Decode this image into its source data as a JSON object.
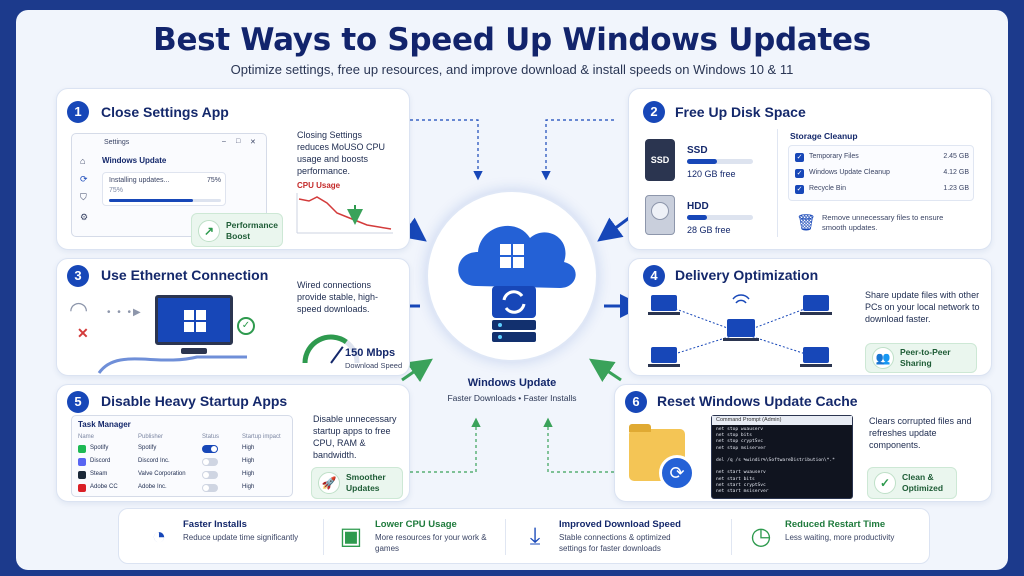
{
  "header": {
    "title": "Best Ways to Speed Up Windows Updates",
    "subtitle": "Optimize settings, free up resources, and improve download & install speeds on Windows 10 & 11"
  },
  "card1": {
    "number": "1",
    "title": "Close Settings App",
    "window_title": "Settings",
    "window_controls": [
      "–",
      "□",
      "✕"
    ],
    "pane_title": "Windows Update",
    "install_label": "Installing updates...",
    "install_percent": "75%",
    "install_sub": "75%",
    "install_progress": 0.75,
    "description": "Closing Settings reduces MoUSO CPU usage and boosts performance.",
    "cpu_label": "CPU Usage",
    "badge": "Performance Boost"
  },
  "card2": {
    "number": "2",
    "title": "Free Up Disk Space",
    "ssd_icon_text": "SSD",
    "ssd_label": "SSD",
    "ssd_free": "120 GB free",
    "ssd_fill": 0.45,
    "hdd_label": "HDD",
    "hdd_free": "28 GB free",
    "hdd_fill": 0.3,
    "cleanup_title": "Storage Cleanup",
    "cleanup_items": [
      {
        "name": "Temporary Files",
        "size": "2.45 GB"
      },
      {
        "name": "Windows Update Cleanup",
        "size": "4.12 GB"
      },
      {
        "name": "Recycle Bin",
        "size": "1.23 GB"
      }
    ],
    "note": "Remove unnecessary files to ensure smooth updates."
  },
  "card3": {
    "number": "3",
    "title": "Use Ethernet Connection",
    "description": "Wired connections provide stable, high-speed downloads.",
    "speed": "150 Mbps",
    "speed_label": "Download Speed",
    "speed_level": 0.7
  },
  "card4": {
    "number": "4",
    "title": "Delivery Optimization",
    "description": "Share update files with other PCs on your local network to download faster.",
    "badge": "Peer-to-Peer Sharing"
  },
  "card5": {
    "number": "5",
    "title": "Disable Heavy Startup Apps",
    "panel_title": "Task Manager",
    "columns": [
      "Name",
      "Publisher",
      "Status",
      "Startup impact"
    ],
    "rows": [
      {
        "name": "Spotify",
        "publisher": "Spotify",
        "enabled": true,
        "impact": "High",
        "color": "#1db954"
      },
      {
        "name": "Discord",
        "publisher": "Discord Inc.",
        "enabled": false,
        "impact": "High",
        "color": "#5865f2"
      },
      {
        "name": "Steam",
        "publisher": "Valve Corporation",
        "enabled": false,
        "impact": "High",
        "color": "#1b2838"
      },
      {
        "name": "Adobe CC",
        "publisher": "Adobe Inc.",
        "enabled": false,
        "impact": "High",
        "color": "#da1f26"
      }
    ],
    "description": "Disable unnecessary startup apps to free CPU, RAM & bandwidth.",
    "badge": "Smoother Updates"
  },
  "card6": {
    "number": "6",
    "title": "Reset Windows Update Cache",
    "cmd_title": "Command Prompt (Admin)",
    "cmd_lines": [
      "net stop wuauserv",
      "net stop bits",
      "net stop cryptSvc",
      "net stop msiserver",
      "",
      "del /q /s %windir%\\SoftwareDistribution\\*.*",
      "",
      "net start wuauserv",
      "net start bits",
      "net start cryptSvc",
      "net start msiserver"
    ],
    "description": "Clears corrupted files and refreshes update components.",
    "badge": "Clean & Optimized"
  },
  "center": {
    "title": "Windows Update",
    "subtitle": "Faster Downloads • Faster Installs"
  },
  "benefits": [
    {
      "icon": "speedometer-icon",
      "title": "Faster Installs",
      "desc": "Reduce update time significantly"
    },
    {
      "icon": "cpu-chip-icon",
      "title": "Lower CPU Usage",
      "desc": "More resources for your work & games"
    },
    {
      "icon": "download-icon",
      "title": "Improved Download Speed",
      "desc": "Stable connections & optimized settings for faster downloads"
    },
    {
      "icon": "clock-icon",
      "title": "Reduced Restart Time",
      "desc": "Less waiting, more productivity"
    }
  ],
  "colors": {
    "primary": "#1747b8",
    "accent_green": "#2e9a4e",
    "text": "#14286b",
    "background": "#f1f5fc",
    "border": "#1c3a8c"
  }
}
